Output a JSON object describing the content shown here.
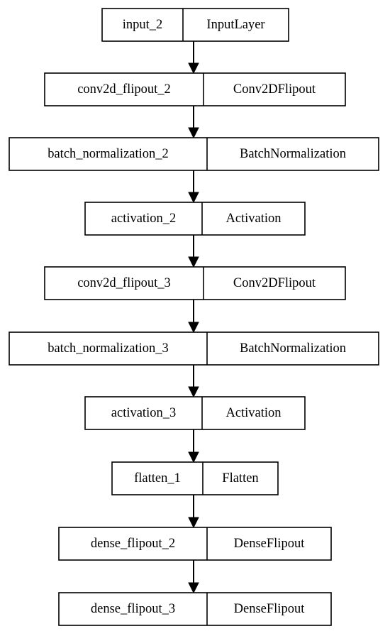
{
  "diagram": {
    "nodes": [
      {
        "name": "input_2",
        "type": "InputLayer"
      },
      {
        "name": "conv2d_flipout_2",
        "type": "Conv2DFlipout"
      },
      {
        "name": "batch_normalization_2",
        "type": "BatchNormalization"
      },
      {
        "name": "activation_2",
        "type": "Activation"
      },
      {
        "name": "conv2d_flipout_3",
        "type": "Conv2DFlipout"
      },
      {
        "name": "batch_normalization_3",
        "type": "BatchNormalization"
      },
      {
        "name": "activation_3",
        "type": "Activation"
      },
      {
        "name": "flatten_1",
        "type": "Flatten"
      },
      {
        "name": "dense_flipout_2",
        "type": "DenseFlipout"
      },
      {
        "name": "dense_flipout_3",
        "type": "DenseFlipout"
      }
    ],
    "edges": [
      [
        "input_2",
        "conv2d_flipout_2"
      ],
      [
        "conv2d_flipout_2",
        "batch_normalization_2"
      ],
      [
        "batch_normalization_2",
        "activation_2"
      ],
      [
        "activation_2",
        "conv2d_flipout_3"
      ],
      [
        "conv2d_flipout_3",
        "batch_normalization_3"
      ],
      [
        "batch_normalization_3",
        "activation_3"
      ],
      [
        "activation_3",
        "flatten_1"
      ],
      [
        "flatten_1",
        "dense_flipout_2"
      ],
      [
        "dense_flipout_2",
        "dense_flipout_3"
      ]
    ]
  }
}
